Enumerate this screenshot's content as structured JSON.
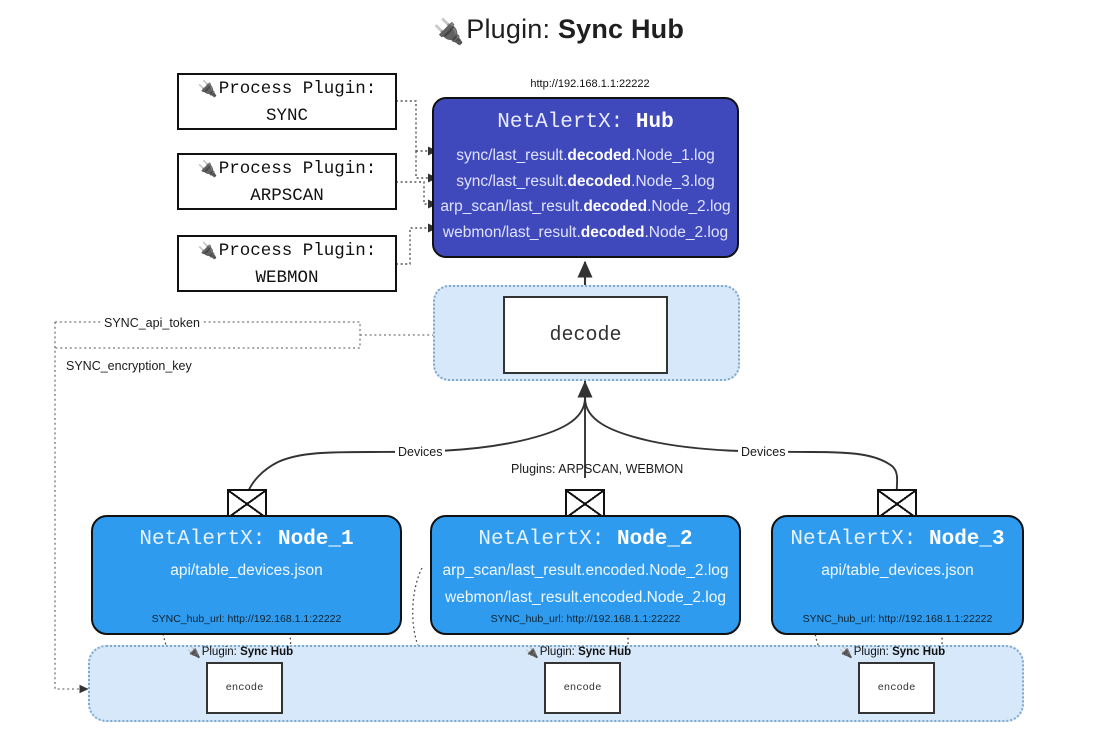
{
  "header": {
    "icon": "electric-plug-icon",
    "prefix": "Plugin:",
    "name": "Sync Hub"
  },
  "process_plugins": [
    {
      "icon": "electric-plug-icon",
      "line1": "Process Plugin:",
      "line2": "SYNC"
    },
    {
      "icon": "electric-plug-icon",
      "line1": "Process Plugin:",
      "line2": "ARPSCAN"
    },
    {
      "icon": "electric-plug-icon",
      "line1": "Process Plugin:",
      "line2": "WEBMON"
    }
  ],
  "hub": {
    "url": "http://192.168.1.1:22222",
    "title_prefix": "NetAlertX:",
    "title_name": "Hub",
    "logs": [
      {
        "pre": "sync/last_result.",
        "mid": "decoded",
        "post": ".Node_1.log"
      },
      {
        "pre": "sync/last_result.",
        "mid": "decoded",
        "post": ".Node_3.log"
      },
      {
        "pre": "arp_scan/last_result.",
        "mid": "decoded",
        "post": ".Node_2.log"
      },
      {
        "pre": "webmon/last_result.",
        "mid": "decoded",
        "post": ".Node_2.log"
      }
    ]
  },
  "decode": {
    "label": "decode"
  },
  "settings": {
    "api_token": "SYNC_api_token",
    "encryption_key": "SYNC_encryption_key"
  },
  "edges": {
    "devices_left": "Devices",
    "devices_right": "Devices",
    "plugins_center": "Plugins: ARPSCAN, WEBMON"
  },
  "nodes": [
    {
      "title_prefix": "NetAlertX:",
      "title_name": "Node_1",
      "rows": [
        "api/table_devices.json"
      ],
      "footer": "SYNC_hub_url: http://192.168.1.1:22222",
      "mail_icon": "envelope-icon"
    },
    {
      "title_prefix": "NetAlertX:",
      "title_name": "Node_2",
      "rows": [
        "arp_scan/last_result.encoded.Node_2.log",
        "webmon/last_result.encoded.Node_2.log"
      ],
      "footer": "SYNC_hub_url: http://192.168.1.1:22222",
      "mail_icon": "envelope-icon"
    },
    {
      "title_prefix": "NetAlertX:",
      "title_name": "Node_3",
      "rows": [
        "api/table_devices.json"
      ],
      "footer": "SYNC_hub_url: http://192.168.1.1:22222",
      "mail_icon": "envelope-icon"
    }
  ],
  "encoders": [
    {
      "caption_icon": "electric-plug-icon",
      "caption_prefix": "Plugin:",
      "caption_name": "Sync Hub",
      "label": "encode"
    },
    {
      "caption_icon": "electric-plug-icon",
      "caption_prefix": "Plugin:",
      "caption_name": "Sync Hub",
      "label": "encode"
    },
    {
      "caption_icon": "electric-plug-icon",
      "caption_prefix": "Plugin:",
      "caption_name": "Sync Hub",
      "label": "encode"
    }
  ],
  "colors": {
    "hub_fill": "#4049bc",
    "node_fill": "#2f9bef",
    "container_fill": "#d6e8fa",
    "container_border": "#7fa8cc",
    "stroke": "#333333"
  }
}
